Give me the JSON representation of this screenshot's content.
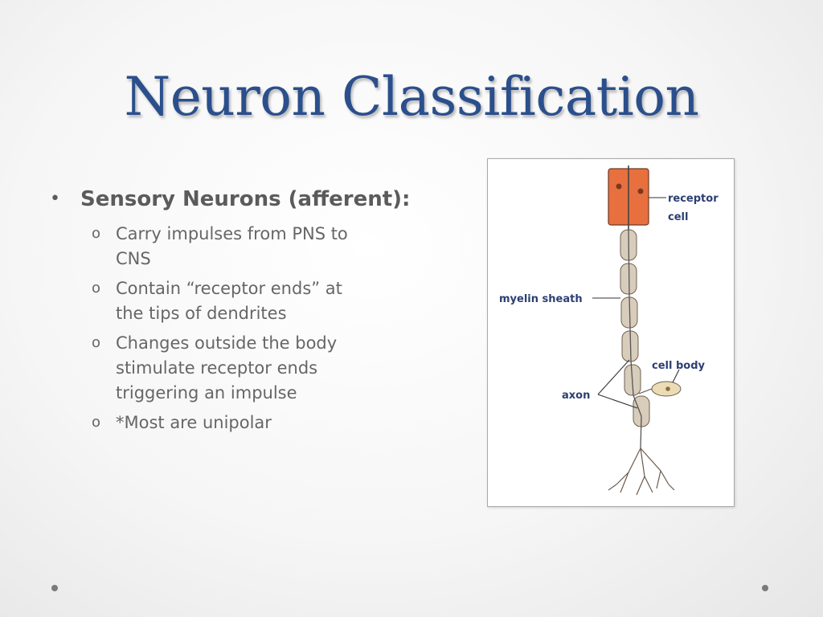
{
  "slide": {
    "title": "Neuron Classification",
    "bullet": {
      "heading": "Sensory Neurons (afferent):",
      "marker": "•",
      "sub_marker": "o",
      "items": [
        "Carry impulses from PNS to CNS",
        "Contain “receptor ends” at the tips of dendrites",
        "Changes outside the body stimulate receptor ends triggering an impulse",
        "*Most are unipolar"
      ]
    }
  },
  "figure": {
    "labels": {
      "receptor": "receptor",
      "cell": "cell",
      "myelin": "myelin sheath",
      "cell_body": "cell body",
      "axon": "axon"
    },
    "colors": {
      "receptor_cell": "#e8703f",
      "myelin": "#d8ccbb",
      "label": "#2c3e72"
    }
  }
}
